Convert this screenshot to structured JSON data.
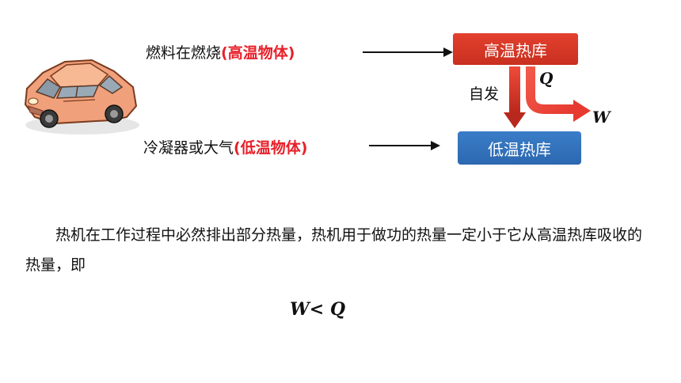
{
  "top_row": {
    "source_text": "燃料在燃烧",
    "source_paren": "(高温物体)",
    "box_hot_label": "高温热库"
  },
  "bottom_row": {
    "sink_text": "冷凝器或大气",
    "sink_paren": "(低温物体)",
    "box_cold_label": "低温热库"
  },
  "flow": {
    "spontaneous_label": "自发",
    "q_symbol": "Q",
    "w_symbol": "W"
  },
  "paragraph": "热机在工作过程中必然排出部分热量，热机用于做功的热量一定小于它从高温热库吸收的热量，即",
  "formula": {
    "left": "W",
    "op": "< ",
    "right": "Q"
  },
  "colors": {
    "hot": "#d8382a",
    "cold": "#2f6fb8",
    "highlight": "#e8202a",
    "car": "#f0a07a"
  },
  "icons": {
    "car": "car-icon"
  }
}
